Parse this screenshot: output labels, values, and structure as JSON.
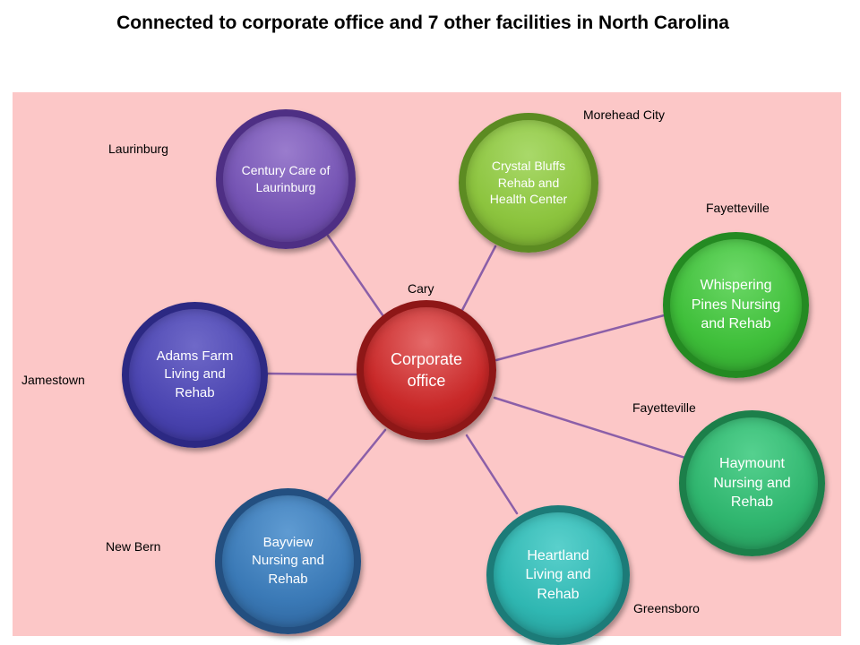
{
  "title": "Connected to corporate office and 7 other facilities in North Carolina",
  "center": {
    "label": "Corporate office",
    "location": "Cary"
  },
  "facilities": [
    {
      "id": "century-care",
      "label": "Century Care of Laurinburg",
      "location": "Laurinburg"
    },
    {
      "id": "crystal-bluffs",
      "label": "Crystal Bluffs Rehab and Health Center",
      "location": "Morehead City"
    },
    {
      "id": "whispering-pines",
      "label": "Whispering Pines Nursing and Rehab",
      "location": "Fayetteville"
    },
    {
      "id": "adams-farm",
      "label": "Adams Farm Living and Rehab",
      "location": "Jamestown"
    },
    {
      "id": "haymount",
      "label": "Haymount Nursing and Rehab",
      "location": "Fayetteville"
    },
    {
      "id": "bayview",
      "label": "Bayview Nursing and Rehab",
      "location": "New Bern"
    },
    {
      "id": "heartland",
      "label": "Heartland Living and Rehab",
      "location": "Greensboro"
    }
  ],
  "colors": {
    "background": "#fcc7c7",
    "connector": "#8b5fa8",
    "center": "#c82828",
    "century-care": "#7453b3",
    "crystal-bluffs": "#8cc43e",
    "whispering-pines": "#3fbf3a",
    "adams-farm": "#4b45b1",
    "haymount": "#2fb56e",
    "bayview": "#3a79b6",
    "heartland": "#2fb7b2"
  }
}
